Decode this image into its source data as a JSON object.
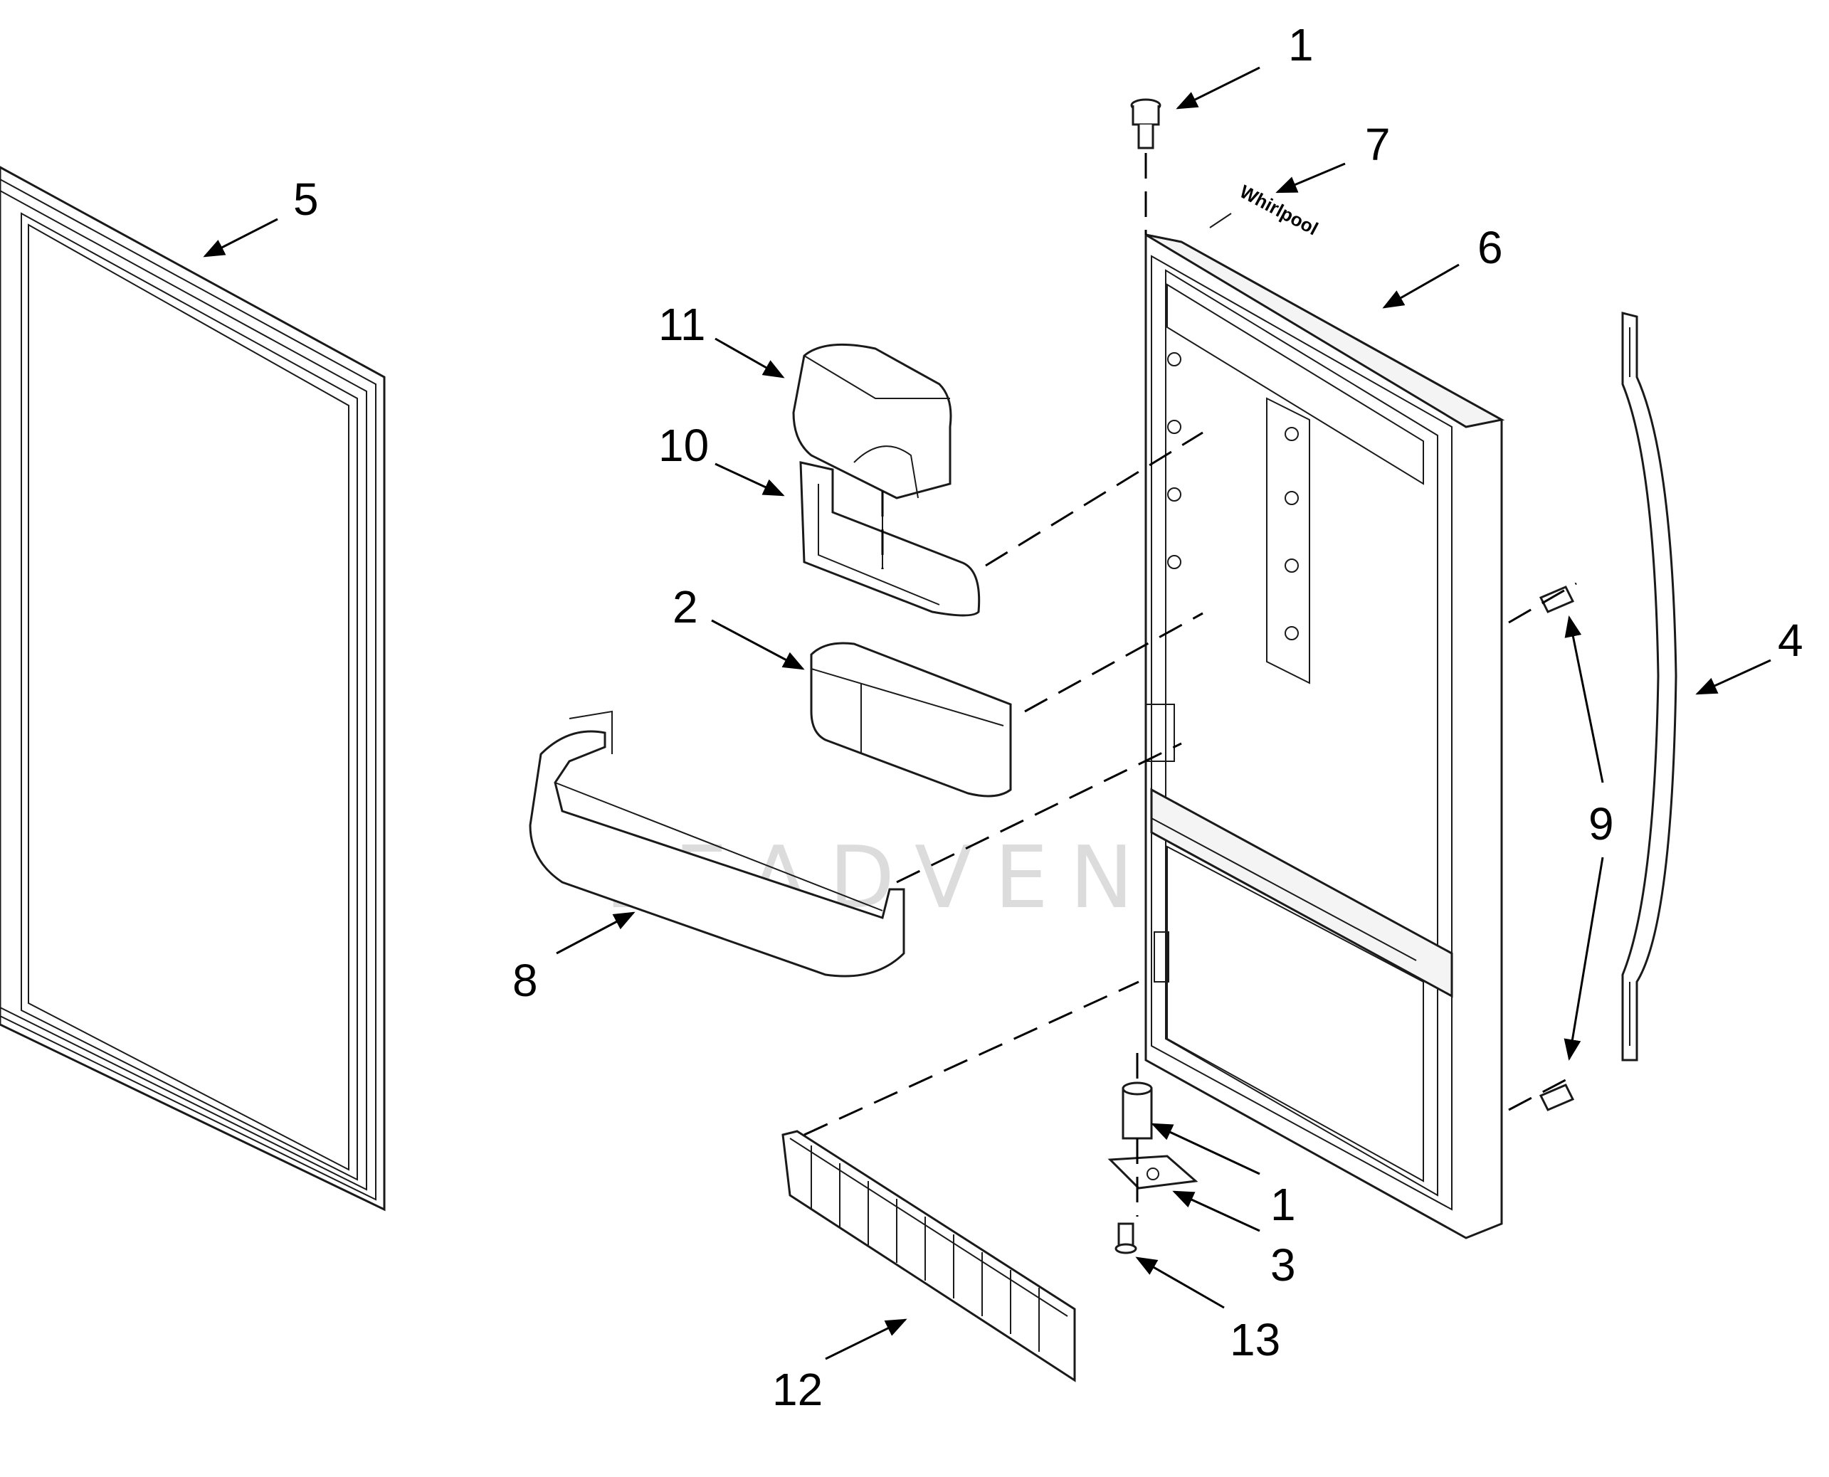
{
  "watermark": {
    "text": "LEADVENTURE"
  },
  "door_badge_text": "Whirlpool",
  "callouts": [
    {
      "id": "c1a",
      "label": "1"
    },
    {
      "id": "c7",
      "label": "7"
    },
    {
      "id": "c6",
      "label": "6"
    },
    {
      "id": "c5",
      "label": "5"
    },
    {
      "id": "c11",
      "label": "11"
    },
    {
      "id": "c10",
      "label": "10"
    },
    {
      "id": "c2",
      "label": "2"
    },
    {
      "id": "c4",
      "label": "4"
    },
    {
      "id": "c9",
      "label": "9"
    },
    {
      "id": "c8",
      "label": "8"
    },
    {
      "id": "c1b",
      "label": "1"
    },
    {
      "id": "c3",
      "label": "3"
    },
    {
      "id": "c13",
      "label": "13"
    },
    {
      "id": "c12",
      "label": "12"
    }
  ]
}
